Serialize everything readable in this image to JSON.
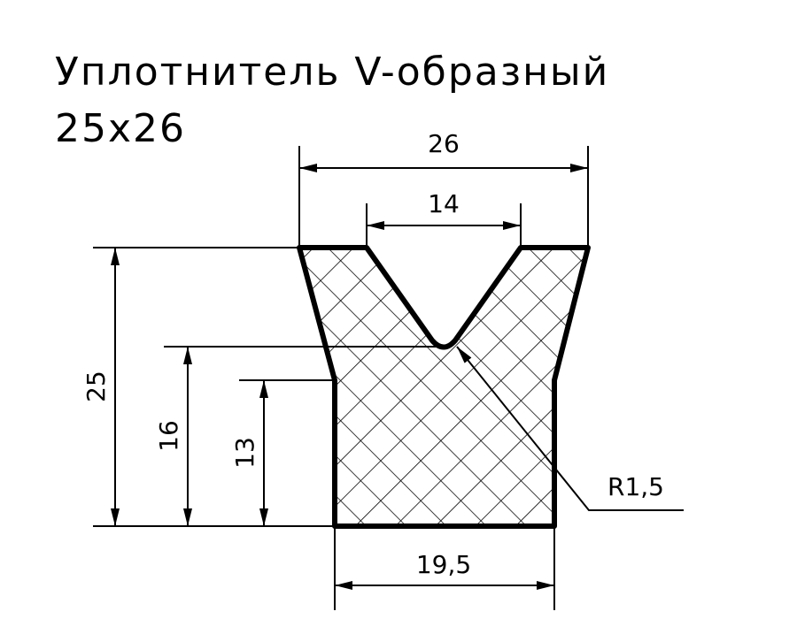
{
  "title": {
    "line1": "Уплотнитель V-образный",
    "line2": "25x26"
  },
  "dimensions": {
    "top_width": "26",
    "groove_width": "14",
    "total_height": "25",
    "groove_depth_height": "16",
    "step_height": "13",
    "bottom_width": "19,5",
    "radius": "R1,5"
  },
  "colors": {
    "line": "#000000",
    "background": "#ffffff"
  }
}
